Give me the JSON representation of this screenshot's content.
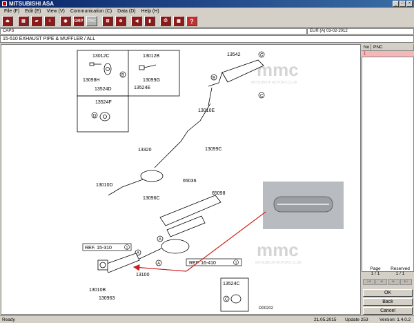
{
  "window": {
    "title": "MITSUBISHI ASA"
  },
  "menu": [
    "File (F)",
    "Edit (E)",
    "View (V)",
    "Communication (C)",
    "Data (D)",
    "Help (H)"
  ],
  "toolbar": {
    "grp_label": "GRP",
    "pnc_label": "PNC",
    "help_label": "?"
  },
  "caps_label": "CAPS",
  "region_label": "EUR (A)  03-02-2012",
  "catalog_path": "15-510  EXHAUST PIPE & MUFFLER / ALL",
  "diagram": {
    "watermark": "mmc",
    "watermark_sub": "MITSUBISHI MOTORS CLUB",
    "parts": {
      "p13012C": "13012C",
      "p13012B": "13012B",
      "p13098H": "13098H",
      "p13099G": "13099G",
      "p13524D": "13524D",
      "p13524E": "13524E",
      "p13524F": "13524F",
      "p13542": "13542",
      "p13010E": "13010E",
      "p13099C": "13099C",
      "p13320": "13320",
      "p13010D": "13010D",
      "p13096C": "13096C",
      "p65036": "65036",
      "p65098": "65098",
      "p13100": "13100",
      "p13010B": "13010B",
      "p130963": "130963",
      "p13524C": "13524C",
      "ref1": "REF. 15-310",
      "ref2": "REF. 16-410",
      "ref1_n": "1",
      "ref2_n": "1",
      "drawing_no": "D00202"
    },
    "callouts": {
      "a": "A",
      "b": "B",
      "c": "C",
      "d": "D"
    }
  },
  "pnc_table": {
    "headers": [
      "No",
      "PNC"
    ],
    "rows": [
      {
        "no": "1",
        "pnc": ""
      }
    ]
  },
  "pager": {
    "page_label": "Page",
    "page_value": "1 / 1",
    "reserved_label": "Reserved",
    "reserved_value": "1 / 1"
  },
  "buttons": {
    "ok": "OK",
    "back": "Back",
    "cancel": "Cancel"
  },
  "status": {
    "state": "Ready",
    "date": "21.05.2015",
    "update": "Update 253",
    "version": "Version: 1.4.0.2"
  },
  "colors": {
    "title_bar": "#0a246a",
    "toolbar_button": "#8b1a1a",
    "pnc_row": "#f4b8b8",
    "arrow": "#cc1f1f"
  }
}
